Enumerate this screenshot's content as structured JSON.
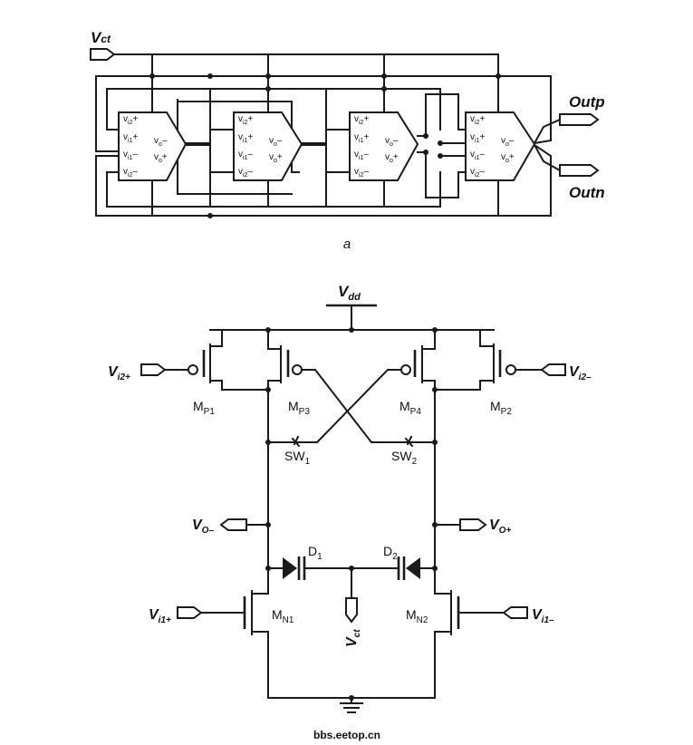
{
  "figure_a": {
    "caption": "a",
    "vct": {
      "main": "V",
      "sub": "ct"
    },
    "outp": "Outp",
    "outn": "Outn",
    "amp_pins": {
      "vi2p": {
        "main": "v",
        "sub": "i2",
        "sign": "+"
      },
      "vi1p": {
        "main": "v",
        "sub": "i1",
        "sign": "+"
      },
      "vi1n": {
        "main": "v",
        "sub": "i1",
        "sign": "–"
      },
      "vi2n": {
        "main": "v",
        "sub": "i2",
        "sign": "–"
      },
      "von": {
        "main": "v",
        "sub": "o",
        "sign": "–"
      },
      "vop": {
        "main": "v",
        "sub": "o",
        "sign": "+"
      }
    }
  },
  "figure_b": {
    "vdd": {
      "main": "V",
      "sub": "dd"
    },
    "vi2p": {
      "main": "V",
      "sub": "i2+"
    },
    "vi2n": {
      "main": "V",
      "sub": "i2–"
    },
    "vi1p": {
      "main": "V",
      "sub": "i1+"
    },
    "vi1n": {
      "main": "V",
      "sub": "i1–"
    },
    "von": {
      "main": "V",
      "sub": "O–"
    },
    "vop": {
      "main": "V",
      "sub": "O+"
    },
    "vct": {
      "main": "V",
      "sub": "ct"
    },
    "mp1": {
      "main": "M",
      "sub": "P1"
    },
    "mp2": {
      "main": "M",
      "sub": "P2"
    },
    "mp3": {
      "main": "M",
      "sub": "P3"
    },
    "mp4": {
      "main": "M",
      "sub": "P4"
    },
    "mn1": {
      "main": "M",
      "sub": "N1"
    },
    "mn2": {
      "main": "M",
      "sub": "N2"
    },
    "sw1": {
      "main": "SW",
      "sub": "1"
    },
    "sw2": {
      "main": "SW",
      "sub": "2"
    },
    "d1": {
      "main": "D",
      "sub": "1"
    },
    "d2": {
      "main": "D",
      "sub": "2"
    }
  },
  "watermark": "bbs.eetop.cn"
}
